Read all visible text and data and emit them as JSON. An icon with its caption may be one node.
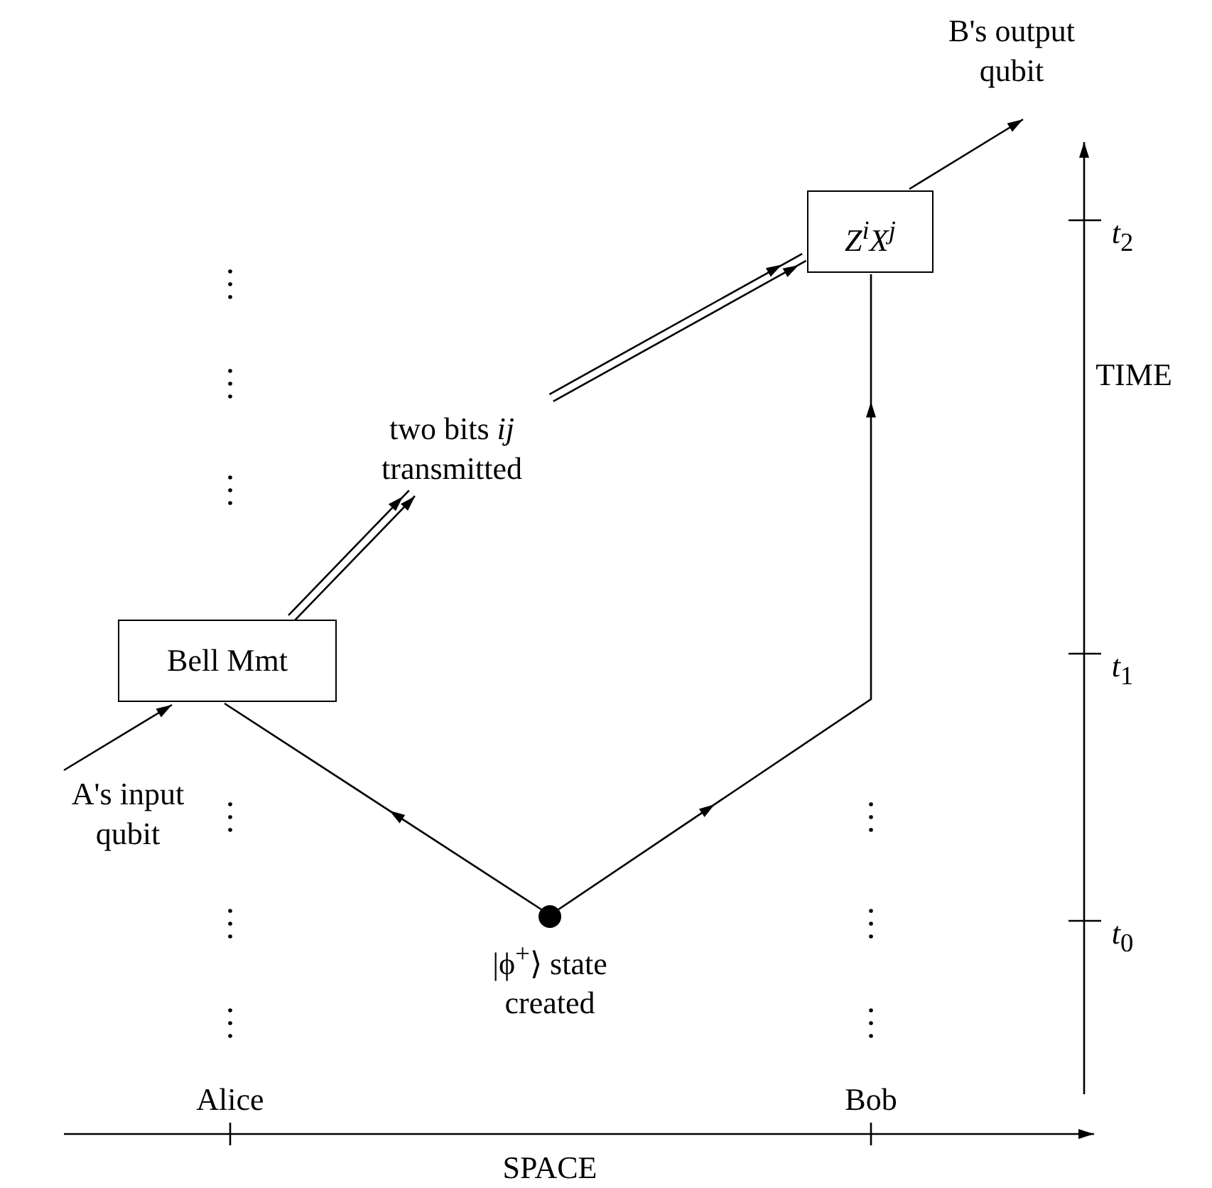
{
  "diagram": {
    "nodes": [
      {
        "text": [
          "Bell Mmt"
        ]
      },
      {
        "text": [
          "Z$^{i}$X$^{j}$"
        ]
      },
      {
        "text": [
          "A's input qubit"
        ]
      },
      {
        "text": [],
        "shape": "circle",
        "beside": [
          "|ϕ$^{+}$⟩ state created"
        ]
      },
      {
        "text": [
          "two bits *ij* transmitted"
        ]
      },
      {
        "text": [
          "B's output qubit"
        ]
      }
    ],
    "edges": [
      {
        "from": 2,
        "to": 0,
        "arrow": "to"
      },
      {
        "from": 3,
        "to": 0,
        "arrow": "to"
      },
      {
        "from": 3,
        "to": 1,
        "arrow": "to"
      },
      {
        "from": 0,
        "to": 4,
        "arrow": "to",
        "style": "thick"
      },
      {
        "from": 4,
        "to": 1,
        "arrow": "to",
        "style": "thick"
      },
      {
        "from": 1,
        "to": 5,
        "arrow": "to"
      }
    ],
    "labels": [
      "*t*$_{2}$",
      "TIME",
      "*t*$_{1}$",
      "*t*$_{0}$",
      "Alice",
      "Bob",
      "SPACE"
    ]
  }
}
